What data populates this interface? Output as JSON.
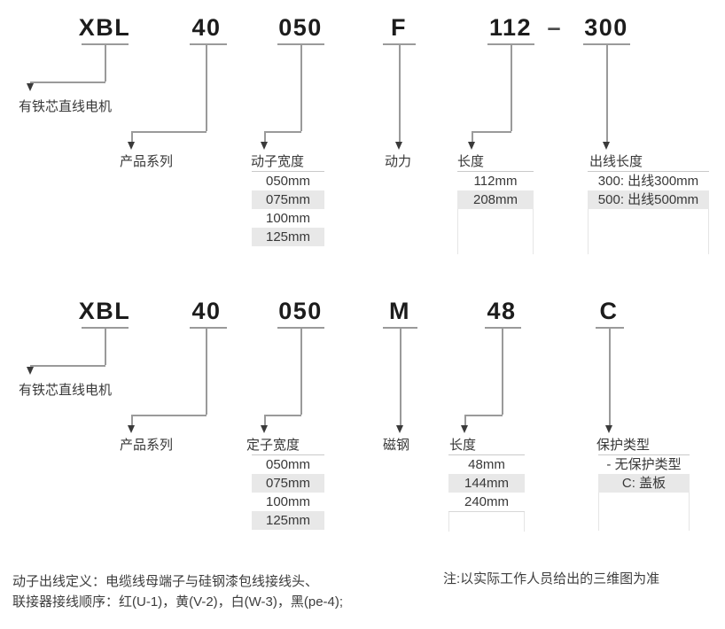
{
  "colors": {
    "background": "#ffffff",
    "code_text": "#1c1c1c",
    "label_text": "#383838",
    "line": "#9a9a9a",
    "arrow": "#3a3a3a",
    "table_row_shade": "#e8e8e8",
    "table_border": "#c9c9c9"
  },
  "diagram1": {
    "codes": {
      "series_prefix": "XBL",
      "series": "40",
      "width": "050",
      "power": "F",
      "length": "112",
      "separator": "–",
      "lead": "300"
    },
    "labels": {
      "motor_type": "有铁芯直线电机",
      "series": "产品系列",
      "width": "动子宽度",
      "power": "动力",
      "length": "长度",
      "lead": "出线长度"
    },
    "width_options": [
      "050mm",
      "075mm",
      "100mm",
      "125mm"
    ],
    "length_options": [
      "112mm",
      "208mm"
    ],
    "lead_options": [
      "300: 出线300mm",
      "500: 出线500mm"
    ]
  },
  "diagram2": {
    "codes": {
      "series_prefix": "XBL",
      "series": "40",
      "width": "050",
      "magnet": "M",
      "length": "48",
      "protection": "C"
    },
    "labels": {
      "motor_type": "有铁芯直线电机",
      "series": "产品系列",
      "width": "定子宽度",
      "magnet": "磁钢",
      "length": "长度",
      "protection": "保护类型"
    },
    "width_options": [
      "050mm",
      "075mm",
      "100mm",
      "125mm"
    ],
    "length_options": [
      "48mm",
      "144mm",
      "240mm"
    ],
    "protection_options": [
      "- 无保护类型",
      "C: 盖板"
    ]
  },
  "footer": {
    "line1": "动子出线定义：电缆线母端子与硅钢漆包线接线头、",
    "line2": "联接器接线顺序：红(U-1)，黄(V-2)，白(W-3)，黑(pe-4);",
    "note": "注:以实际工作人员给出的三维图为准"
  }
}
